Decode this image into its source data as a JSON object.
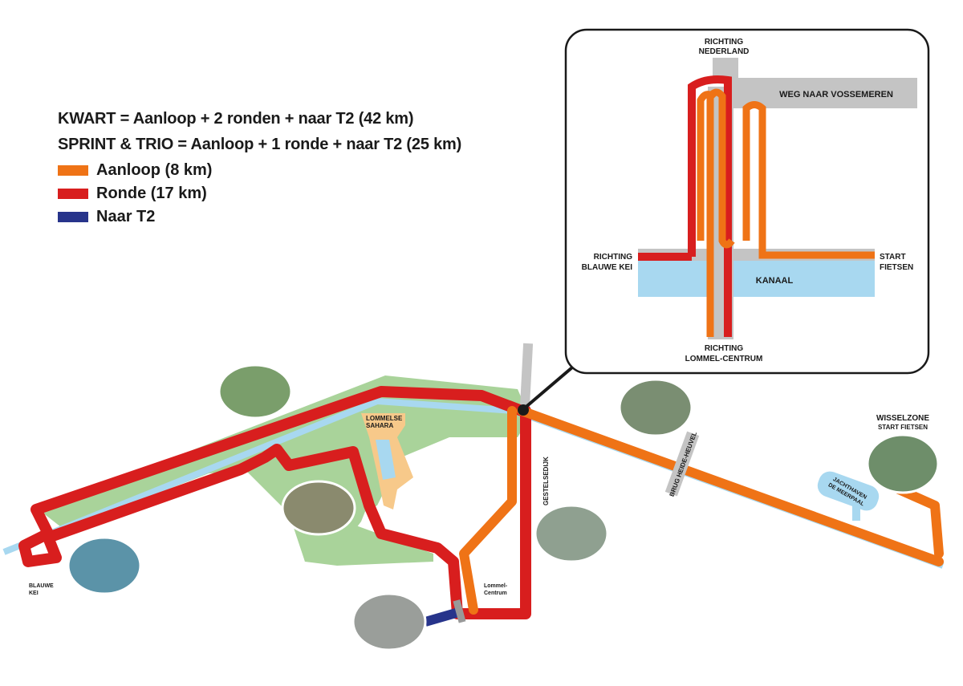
{
  "legend": {
    "formulas": [
      "KWART = Aanloop + 2 ronden +  naar T2 (42 km)",
      "SPRINT & TRIO = Aanloop + 1 ronde +  naar T2 (25 km)"
    ],
    "items": [
      {
        "label": "Aanloop (8 km)",
        "color": "#ef7316"
      },
      {
        "label": "Ronde (17 km)",
        "color": "#d81e1e"
      },
      {
        "label": "Naar T2",
        "color": "#27348b"
      }
    ]
  },
  "inset": {
    "top_label_1": "RICHTING",
    "top_label_2": "NEDERLAND",
    "road_label": "WEG NAAR VOSSEMEREN",
    "left_label_1": "RICHTING",
    "left_label_2": "BLAUWE KEI",
    "right_label_1": "START",
    "right_label_2": "FIETSEN",
    "canal_label": "KANAAL",
    "bottom_label_1": "RICHTING",
    "bottom_label_2": "LOMMEL-CENTRUM"
  },
  "map": {
    "blauwe_kei_1": "BLAUWE",
    "blauwe_kei_2": "KEI",
    "sahara_1": "LOMMELSE",
    "sahara_2": "SAHARA",
    "street": "GESTELSEDIJK",
    "lommel_1": "Lommel-",
    "lommel_2": "Centrum",
    "bridge": "BRUG HEIDE-HEUVEL",
    "harbor_1": "JACHTHAVEN",
    "harbor_2": "DE MEERPAAL",
    "wissel_1": "WISSELZONE",
    "wissel_2": "START FIETSEN"
  },
  "colors": {
    "aanloop": "#ef7316",
    "ronde": "#d81e1e",
    "naar_t2": "#27348b",
    "water": "#a8d8f0",
    "green": "#a9d39a",
    "sand": "#f7c98a",
    "road": "#c4c4c4"
  }
}
